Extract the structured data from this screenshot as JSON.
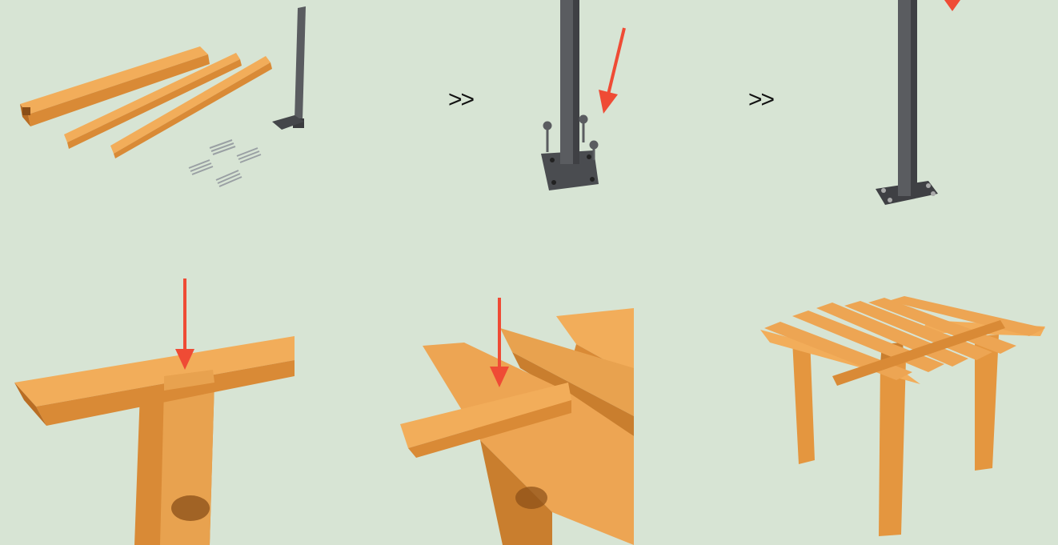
{
  "separators": [
    ">>",
    ">>"
  ],
  "colors": {
    "background": "#d7e4d4",
    "wood": "#e4963f",
    "wood_dark": "#b96d24",
    "wood_light": "#f2ad5a",
    "metal": "#55575b",
    "metal_dark": "#3a3b3e",
    "arrow": "#ef4b35"
  },
  "steps": [
    {
      "name": "parts-kit",
      "icons": [
        "wood-beam-icon",
        "metal-post-icon",
        "bolt-icon"
      ]
    },
    {
      "name": "bolt-base-plate",
      "icons": [
        "metal-post-icon",
        "bolt-icon",
        "red-arrow-icon"
      ]
    },
    {
      "name": "post-mounted",
      "icons": [
        "metal-post-icon",
        "red-arrow-icon"
      ]
    },
    {
      "name": "attach-top-beam",
      "icons": [
        "wood-post-icon",
        "wood-beam-icon",
        "red-arrow-icon"
      ]
    },
    {
      "name": "attach-cross-rafters",
      "icons": [
        "wood-beam-icon",
        "red-arrow-icon"
      ]
    },
    {
      "name": "finished-pergola",
      "icons": [
        "pergola-icon"
      ]
    }
  ]
}
